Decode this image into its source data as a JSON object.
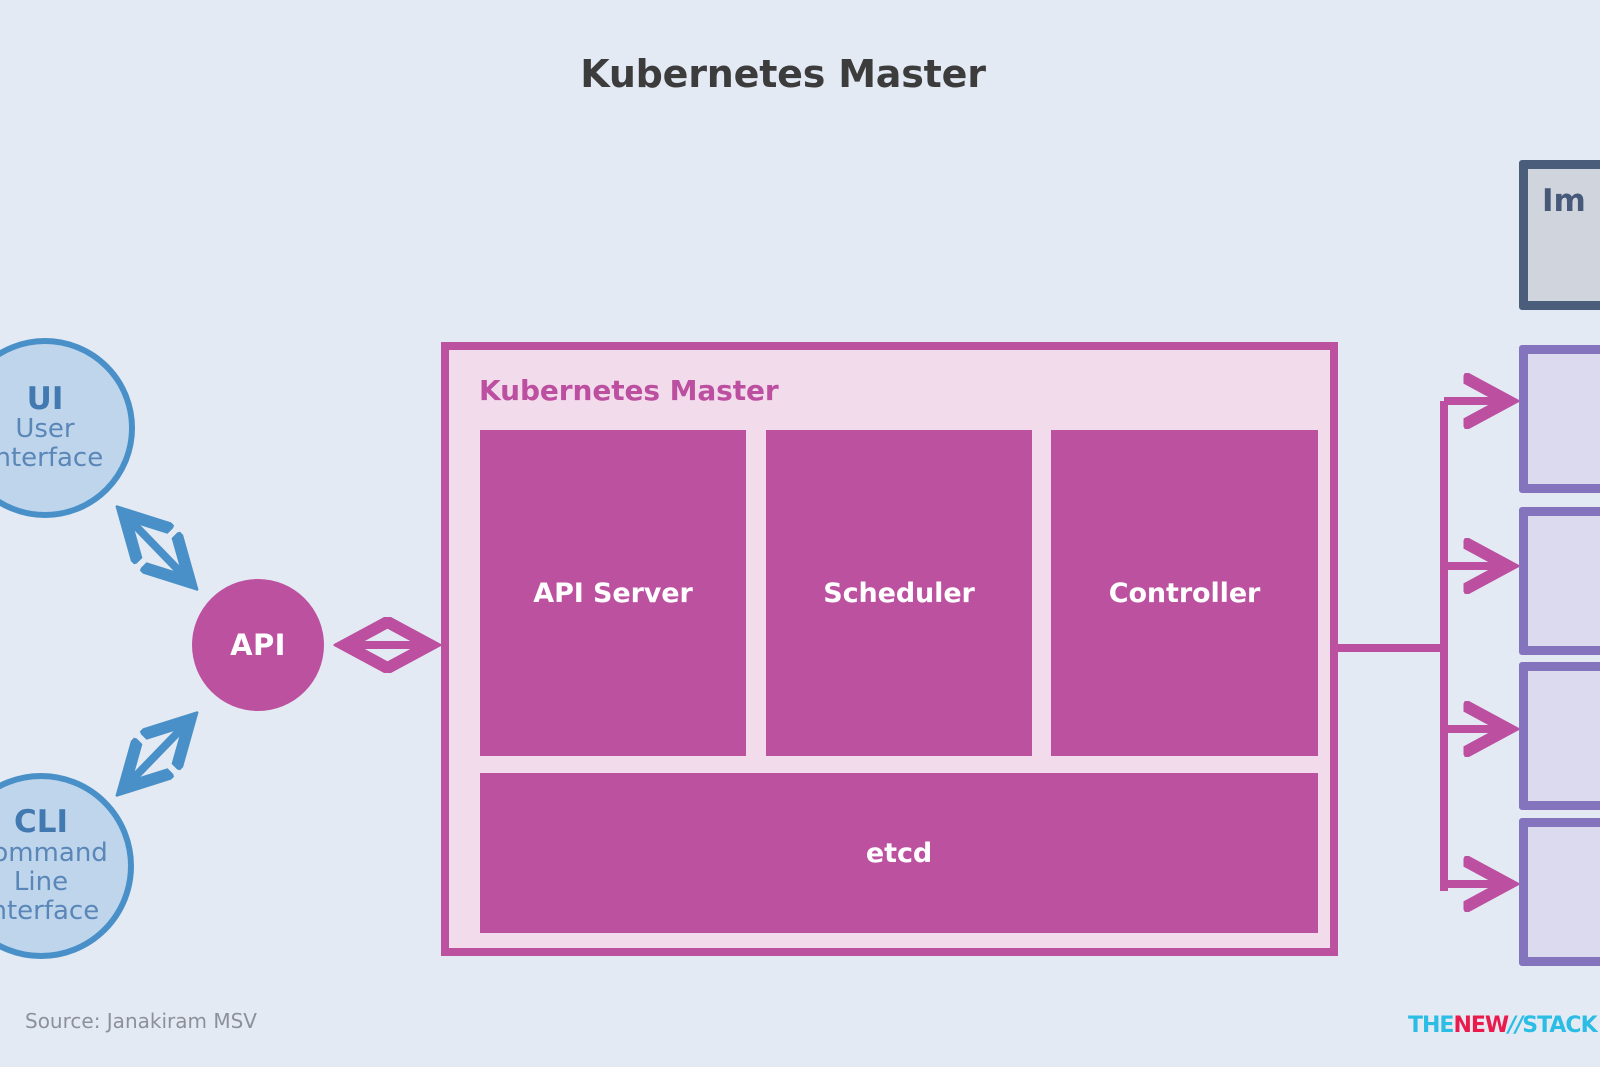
{
  "page": {
    "title": "Kubernetes Master",
    "background_color": "#e4eaf4"
  },
  "colors": {
    "accent_magenta": "#bc51a0",
    "panel_pink": "#f2dcec",
    "client_blue_fill": "#bed5ec",
    "client_blue_border": "#4a90c8",
    "node_purple_border": "#8474be",
    "node_purple_fill": "#dcdaee",
    "registry_slate_border": "#4a5e7c",
    "registry_gray_fill": "#d0d4dc",
    "title_gray": "#3c3c3c",
    "source_gray": "#8d9099"
  },
  "clients": [
    {
      "id": "ui",
      "abbr": "UI",
      "full_line_1": "User",
      "full_line_2": "Interface",
      "full_line_3": ""
    },
    {
      "id": "cli",
      "abbr": "CLI",
      "full_line_1": "Command",
      "full_line_2": "Line",
      "full_line_3": "Interface"
    }
  ],
  "api_gateway": {
    "label": "API"
  },
  "master": {
    "panel_title": "Kubernetes Master",
    "components": [
      {
        "id": "api-server",
        "label": "API Server"
      },
      {
        "id": "scheduler",
        "label": "Scheduler"
      },
      {
        "id": "controller",
        "label": "Controller"
      }
    ],
    "datastore": {
      "id": "etcd",
      "label": "etcd"
    }
  },
  "right_side": {
    "registry": {
      "label": "Im"
    },
    "nodes": [
      {
        "id": "node-1",
        "label": ""
      },
      {
        "id": "node-2",
        "label": ""
      },
      {
        "id": "node-3",
        "label": ""
      },
      {
        "id": "node-4",
        "label": ""
      }
    ]
  },
  "footer": {
    "source": "Source: Janakiram MSV",
    "logo": {
      "part_1": "THE",
      "part_2": "NEW",
      "part_3": "//",
      "part_4": "STACK"
    }
  }
}
